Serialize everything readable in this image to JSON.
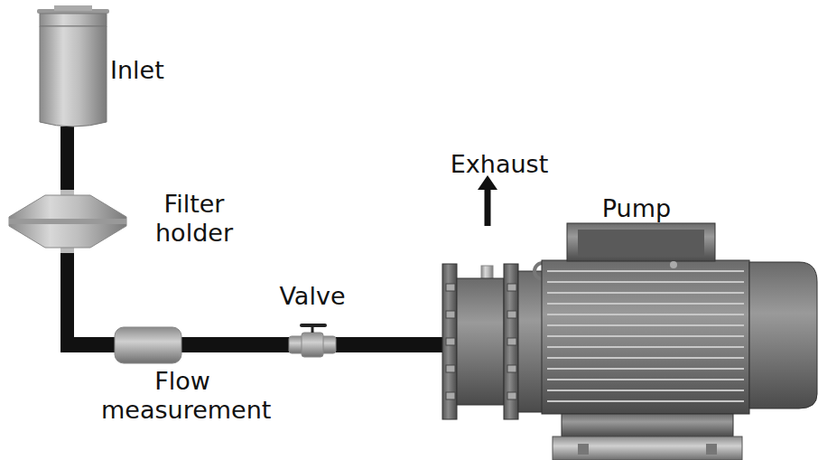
{
  "diagram": {
    "labels": [
      "Inlet",
      "Filter holder",
      "Exhaust",
      "Pump",
      "Valve",
      "Flow measurement"
    ]
  }
}
